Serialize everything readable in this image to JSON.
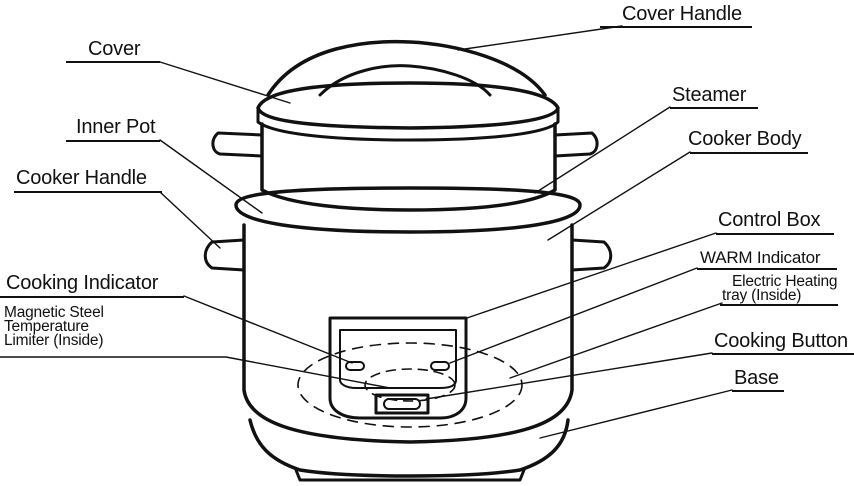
{
  "labels": {
    "cover_handle": "Cover Handle",
    "cover": "Cover",
    "steamer": "Steamer",
    "inner_pot": "Inner Pot",
    "cooker_body": "Cooker Body",
    "cooker_handle": "Cooker Handle",
    "control_box": "Control Box",
    "warm_indicator": "WARM Indicator",
    "cooking_indicator": "Cooking Indicator",
    "electric_heating_line1": "Electric Heating",
    "electric_heating_line2": "tray (Inside)",
    "magnetic_line1": "Magnetic Steel",
    "magnetic_line2": "Temperature",
    "magnetic_line3": "Limiter (Inside)",
    "cooking_button": "Cooking Button",
    "base": "Base"
  }
}
